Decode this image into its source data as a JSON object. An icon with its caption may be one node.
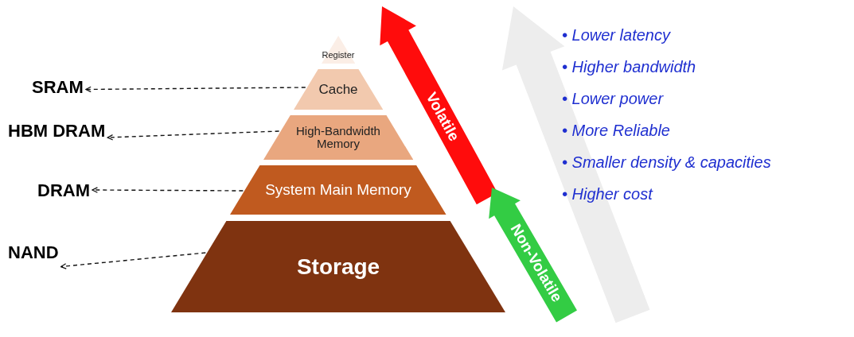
{
  "diagram": {
    "nodes": [
      {
        "text": [
          "Register"
        ]
      },
      {
        "text": [
          "Cache"
        ]
      },
      {
        "text": [
          "High-Bandwidth Memory"
        ]
      },
      {
        "text": [
          "System Main Memory"
        ]
      },
      {
        "text": [
          "Storage"
        ]
      },
      {
        "text": [
          "SRAM"
        ]
      },
      {
        "text": [
          "HBM DRAM"
        ]
      },
      {
        "text": [
          "DRAM"
        ]
      },
      {
        "text": [
          "NAND"
        ]
      }
    ],
    "edges": [
      {
        "from": 1,
        "to": 5,
        "arrow": "to",
        "style": "dashed"
      },
      {
        "from": 2,
        "to": 6,
        "arrow": "to",
        "style": "dashed"
      },
      {
        "from": 3,
        "to": 7,
        "arrow": "to",
        "style": "dashed"
      },
      {
        "from": 4,
        "to": 8,
        "arrow": "to",
        "style": "dashed"
      }
    ],
    "labels": [
      "Volatile",
      "Non-Volatile",
      "• Lower latency",
      "• Higher bandwidth",
      "• Lower power",
      "• More Reliable",
      "• Smaller density & capacities",
      "• Higher cost"
    ]
  }
}
